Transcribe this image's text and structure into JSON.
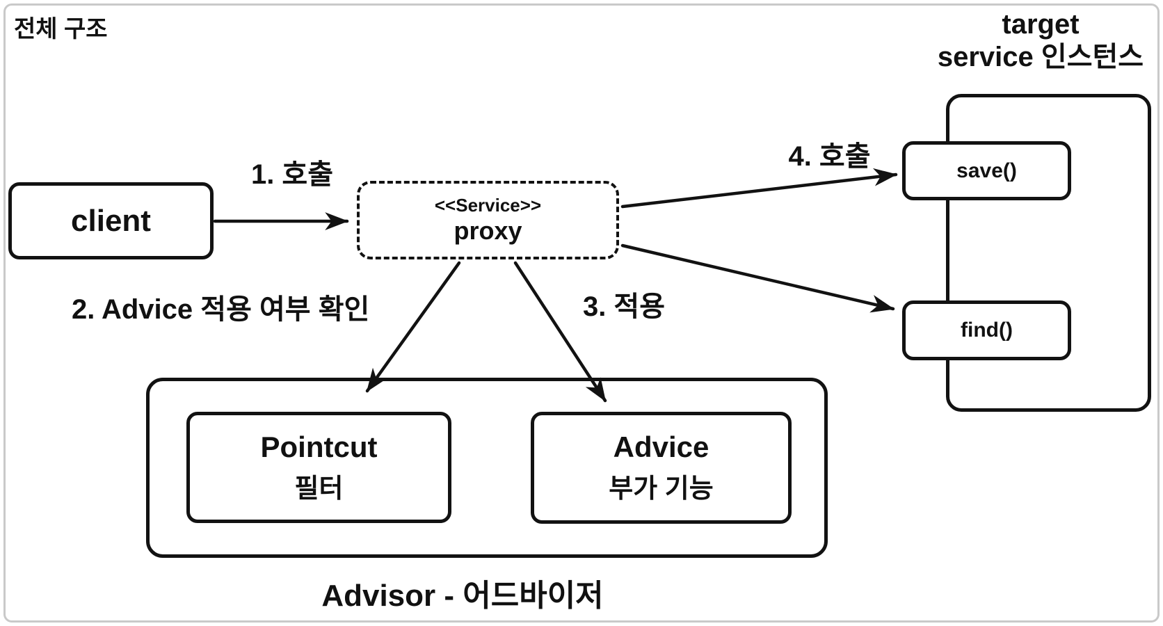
{
  "page": {
    "title": "전체 구조",
    "colors": {
      "ink": "#111111",
      "background": "#ffffff",
      "frame_border": "#c9c9c9"
    }
  },
  "nodes": {
    "client": {
      "label": "client"
    },
    "proxy": {
      "stereotype": "<<Service>>",
      "label": "proxy"
    },
    "target_service": {
      "title_line1": "target",
      "title_line2": "service 인스턴스",
      "methods": [
        {
          "label": "save()"
        },
        {
          "label": "find()"
        }
      ]
    },
    "advisor": {
      "caption": "Advisor - 어드바이저",
      "pointcut": {
        "title": "Pointcut",
        "subtitle": "필터"
      },
      "advice": {
        "title": "Advice",
        "subtitle": "부가 기능"
      }
    }
  },
  "edge_labels": {
    "call1": "1. 호출",
    "check2": "2. Advice 적용 여부 확인",
    "apply3": "3. 적용",
    "call4": "4. 호출"
  }
}
